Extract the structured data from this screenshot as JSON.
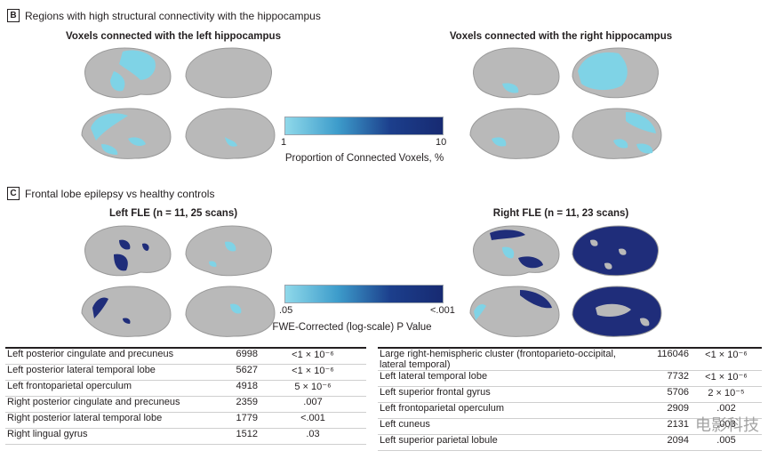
{
  "panel_b": {
    "letter": "B",
    "title": "Regions with high structural connectivity with the hippocampus",
    "left_title": "Voxels connected with the left hippocampus",
    "right_title": "Voxels connected with the right hippocampus",
    "colorbar": {
      "min_label": "1",
      "max_label": "10",
      "label": "Proportion of Connected Voxels, %"
    }
  },
  "panel_c": {
    "letter": "C",
    "title": "Frontal lobe epilepsy vs healthy controls",
    "left_title": "Left FLE (n = 11, 25 scans)",
    "right_title": "Right FLE (n = 11, 23 scans)",
    "colorbar": {
      "min_label": ".05",
      "max_label": "<.001",
      "label": "FWE-Corrected (log-scale) P Value"
    }
  },
  "colors": {
    "light_cyan": "#7fd3e6",
    "dark_navy": "#1f2d7a",
    "brain_gray": "#b9b9b9"
  },
  "table_left": [
    {
      "region": "Left posterior cingulate and precuneus",
      "voxels": "6998",
      "p": "<1 × 10⁻⁶"
    },
    {
      "region": "Left posterior lateral temporal lobe",
      "voxels": "5627",
      "p": "<1 × 10⁻⁶"
    },
    {
      "region": "Left frontoparietal operculum",
      "voxels": "4918",
      "p": "5 × 10⁻⁶"
    },
    {
      "region": "Right posterior cingulate and precuneus",
      "voxels": "2359",
      "p": ".007"
    },
    {
      "region": "Right posterior lateral temporal lobe",
      "voxels": "1779",
      "p": "<.001"
    },
    {
      "region": "Right lingual gyrus",
      "voxels": "1512",
      "p": ".03"
    }
  ],
  "table_right": [
    {
      "region": "Large right-hemispheric cluster (frontoparieto-occipital, lateral temporal)",
      "voxels": "116046",
      "p": "<1 × 10⁻⁶"
    },
    {
      "region": "Left lateral temporal lobe",
      "voxels": "7732",
      "p": "<1 × 10⁻⁶"
    },
    {
      "region": "Left superior frontal gyrus",
      "voxels": "5706",
      "p": "2 × 10⁻⁵"
    },
    {
      "region": "Left frontoparietal operculum",
      "voxels": "2909",
      "p": ".002"
    },
    {
      "region": "Left cuneus",
      "voxels": "2131",
      "p": ".003"
    },
    {
      "region": "Left superior parietal lobule",
      "voxels": "2094",
      "p": ".005"
    }
  ],
  "watermark": "电影科技"
}
